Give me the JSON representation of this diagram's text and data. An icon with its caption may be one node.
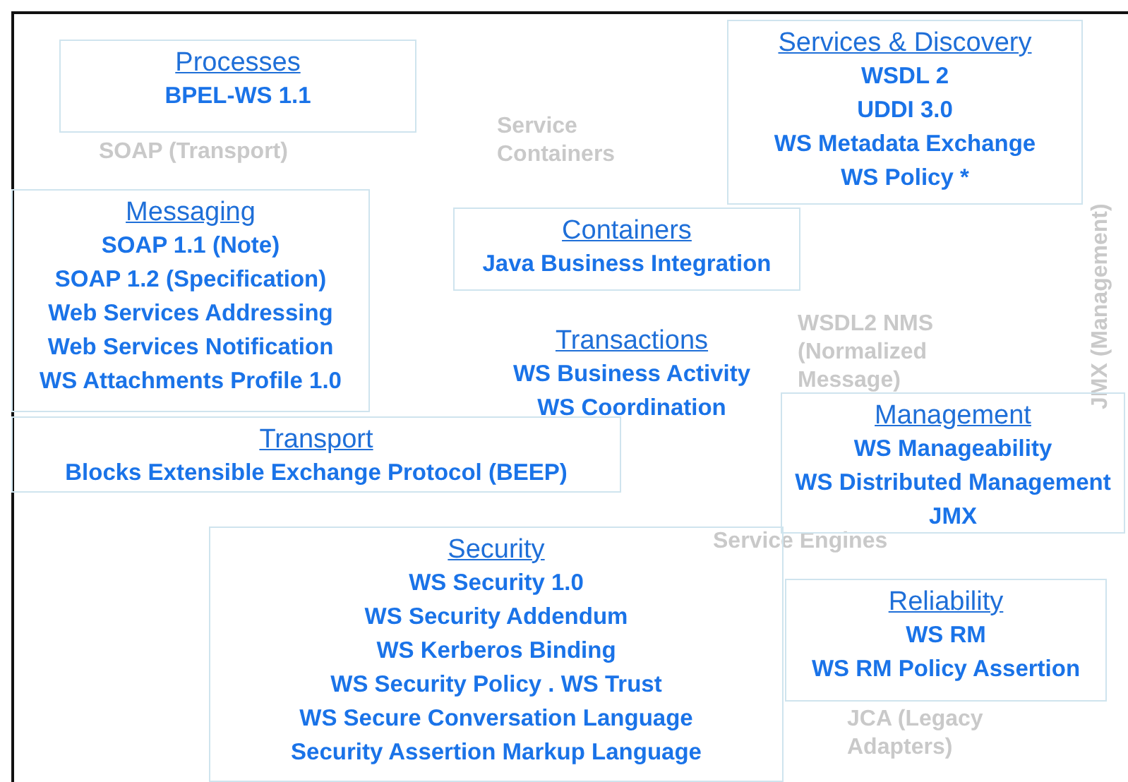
{
  "diagram": {
    "nodes": [
      {
        "text": [
          "Processes",
          "BPEL-WS 1.1"
        ]
      },
      {
        "text": [
          "Services & Discovery",
          "WSDL 2",
          "UDDI 3.0",
          "WS Metadata Exchange",
          "WS Policy *"
        ]
      },
      {
        "text": [
          "Messaging",
          "SOAP 1.1 (Note)",
          "SOAP 1.2 (Specification)",
          "Web Services Addressing",
          "Web Services Notification",
          "WS Attachments Profile 1.0"
        ]
      },
      {
        "text": [
          "Containers",
          "Java Business Integration"
        ]
      },
      {
        "text": [
          "Transactions",
          "WS Business Activity",
          "WS Coordination"
        ]
      },
      {
        "text": [
          "Transport",
          "Blocks Extensible Exchange Protocol (BEEP)"
        ]
      },
      {
        "text": [
          "Management",
          "WS Manageability",
          "WS Distributed Management",
          "JMX"
        ]
      },
      {
        "text": [
          "Security",
          "WS Security 1.0",
          "WS Security Addendum",
          "WS Kerberos Binding",
          "WS Security Policy . WS Trust",
          "WS Secure Conversation Language",
          "Security Assertion Markup Language"
        ]
      },
      {
        "text": [
          "Reliability",
          "WS RM",
          "WS RM Policy Assertion"
        ]
      }
    ],
    "edges": [],
    "labels": [
      "SOAP (Transport)",
      "Service Containers",
      "WSDL2 NMS (Normalized Message)",
      "JMX (Management)",
      "Service Engines",
      "JCA (Legacy Adapters)"
    ]
  }
}
